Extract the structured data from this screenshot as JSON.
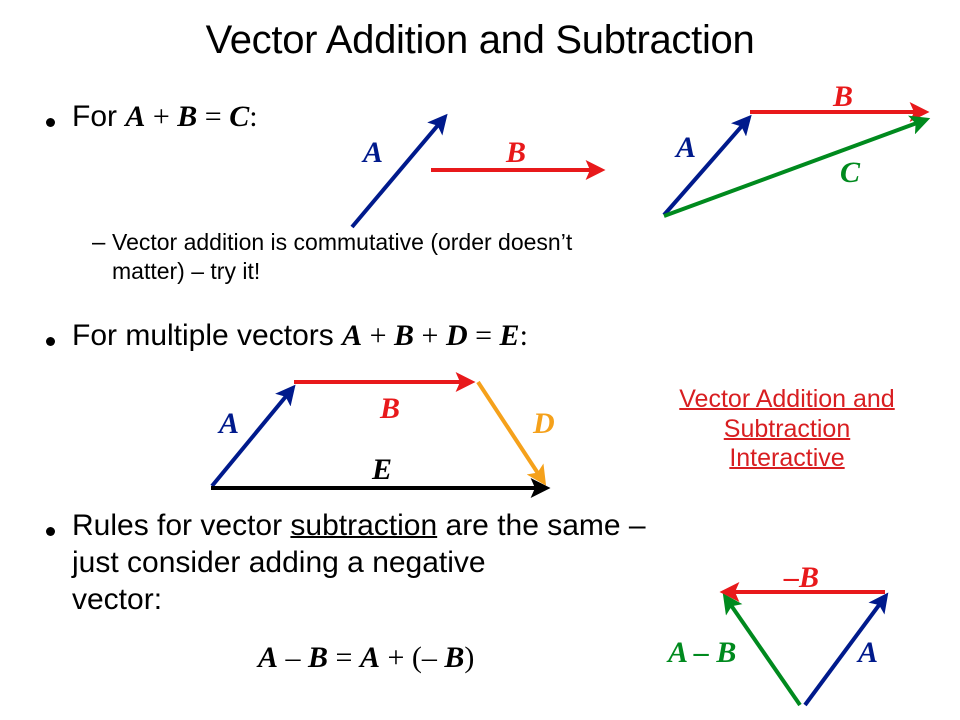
{
  "slide": {
    "title": "Vector Addition and Subtraction",
    "background": "#ffffff"
  },
  "colors": {
    "vector_a": "#001A8C",
    "vector_b": "#E8191B",
    "vector_c": "#008A1E",
    "vector_d": "#F5A11B",
    "vector_e": "#000000",
    "hyperlink": "#D81E21",
    "text": "#000000"
  },
  "bullets": {
    "first": {
      "lead": "For ",
      "eq_a": "A",
      "eq_plus": " + ",
      "eq_b": "B",
      "eq_equals": " = ",
      "eq_c": "C",
      "eq_colon": ":",
      "sub": {
        "dash": "–",
        "line1": "Vector addition is commutative (order doesn’t",
        "line2": "matter) – try it!"
      }
    },
    "second": {
      "lead": "For multiple vectors ",
      "eq_a": "A",
      "eq_plus1": " + ",
      "eq_b": "B",
      "eq_plus2": " + ",
      "eq_d": "D",
      "eq_equals": " = ",
      "eq_e": "E",
      "eq_colon": ":"
    },
    "third": {
      "line1_pre": "Rules for vector ",
      "line1_underlined": "subtraction",
      "line1_post": " are the same –",
      "line2": "just consider adding a negative",
      "line3": "vector:"
    }
  },
  "equation_bottom": {
    "a": "A",
    "minus": " – ",
    "b": "B",
    "equals": " = ",
    "a2": "A",
    "plus": " + (– ",
    "b2": "B",
    "close": ")"
  },
  "hyperlink": {
    "line1": "Vector Addition and",
    "line2": "Subtraction",
    "line3": "Interactive"
  },
  "diagrams": [
    {
      "name": "separate-vectors",
      "labels": [
        {
          "text": "A",
          "color": "#001A8C"
        },
        {
          "text": "B",
          "color": "#E8191B"
        }
      ]
    },
    {
      "name": "triangle-addition",
      "labels": [
        {
          "text": "A",
          "color": "#001A8C"
        },
        {
          "text": "B",
          "color": "#E8191B"
        },
        {
          "text": "C",
          "color": "#008A1E"
        }
      ]
    },
    {
      "name": "trapezoid-multiple-addition",
      "labels": [
        {
          "text": "A",
          "color": "#001A8C"
        },
        {
          "text": "B",
          "color": "#E8191B"
        },
        {
          "text": "D",
          "color": "#F5A11B"
        },
        {
          "text": "E",
          "color": "#000000"
        }
      ]
    },
    {
      "name": "subtraction-triangle",
      "labels": [
        {
          "text": "–B",
          "color": "#E8191B"
        },
        {
          "text": "A – B",
          "color": "#008A1E"
        },
        {
          "text": "A",
          "color": "#001A8C"
        }
      ]
    }
  ]
}
